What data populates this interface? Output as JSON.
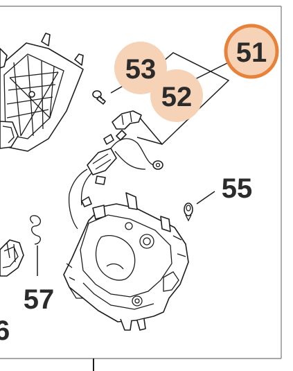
{
  "callouts": {
    "c51": {
      "label": "51",
      "highlighted": true
    },
    "c52": {
      "label": "52"
    },
    "c53": {
      "label": "53"
    },
    "c55": {
      "label": "55"
    },
    "c56": {
      "label": "6"
    },
    "c57": {
      "label": "57"
    }
  },
  "colors": {
    "callout_bubble": "#f6d3b6",
    "highlight_ring": "#e8823a",
    "line": "#1c1c1c",
    "frame": "#8a8a8a"
  }
}
